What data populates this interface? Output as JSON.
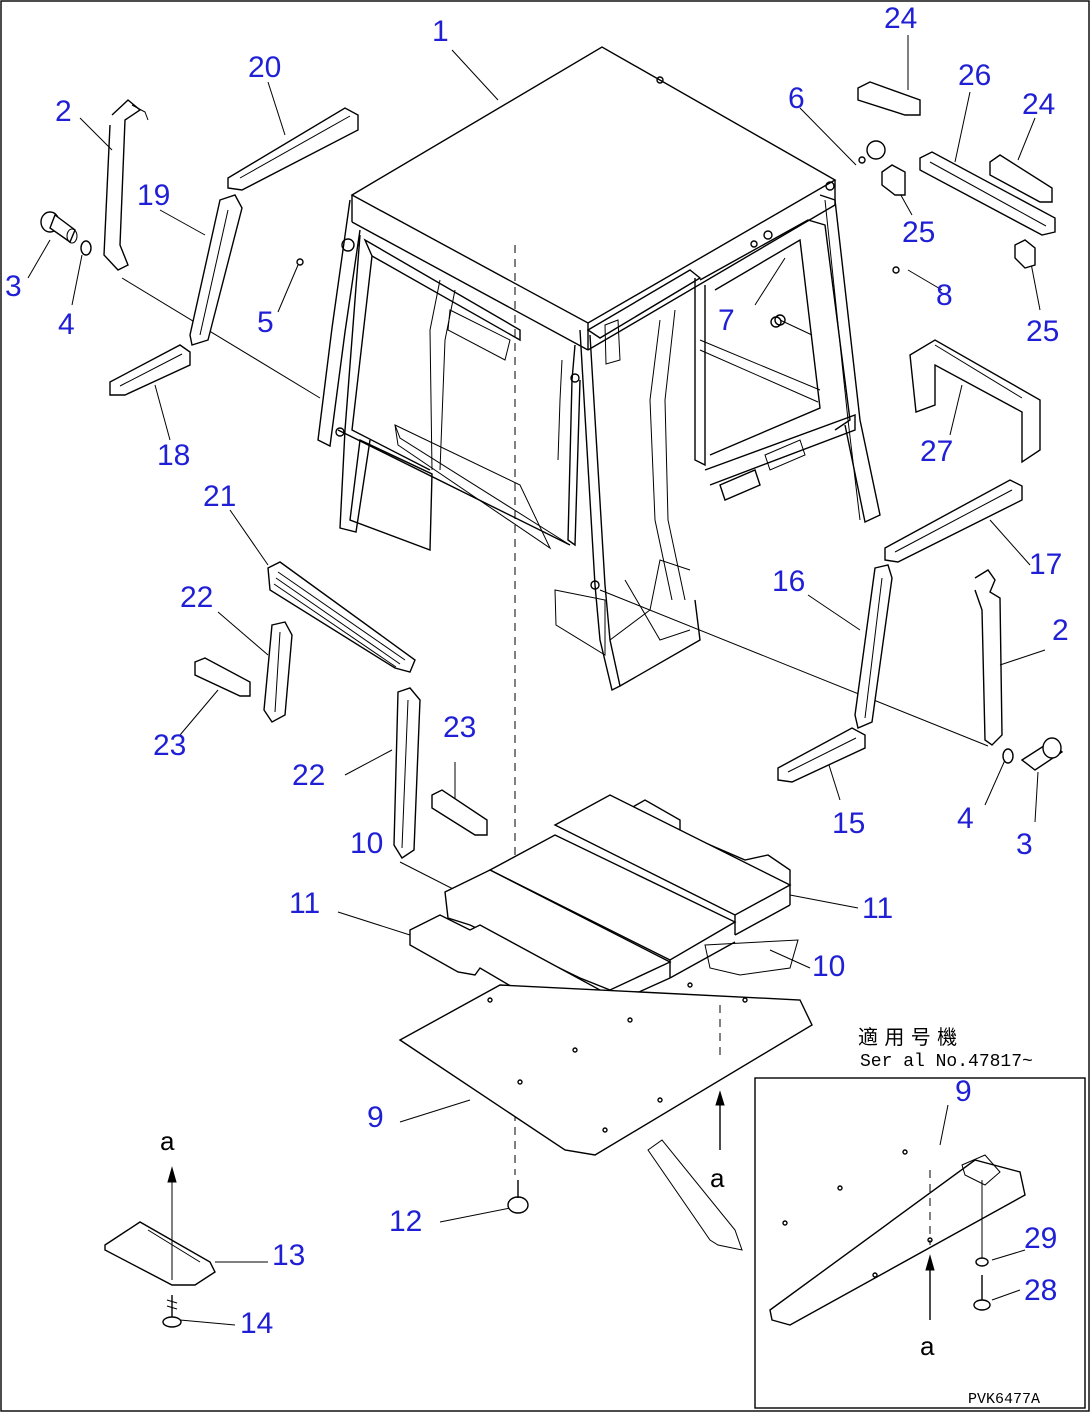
{
  "callouts": {
    "c1": "1",
    "c2a": "2",
    "c2b": "2",
    "c3a": "3",
    "c3b": "3",
    "c4a": "4",
    "c4b": "4",
    "c5": "5",
    "c6": "6",
    "c7": "7",
    "c8": "8",
    "c9a": "9",
    "c9b": "9",
    "c10a": "10",
    "c10b": "10",
    "c11a": "11",
    "c11b": "11",
    "c12": "12",
    "c13": "13",
    "c14": "14",
    "c15": "15",
    "c16": "16",
    "c17": "17",
    "c18": "18",
    "c19": "19",
    "c20": "20",
    "c21": "21",
    "c22a": "22",
    "c22b": "22",
    "c23a": "23",
    "c23b": "23",
    "c24a": "24",
    "c24b": "24",
    "c25a": "25",
    "c25b": "25",
    "c26": "26",
    "c27": "27",
    "c28": "28",
    "c29": "29"
  },
  "view_markers": {
    "a1": "a",
    "a2": "a",
    "a3": "a"
  },
  "inset": {
    "title": "適 用 号 機",
    "serial": "Ser al No.47817~ "
  },
  "drawing_code": "PVK6477A",
  "colors": {
    "callout": "#1f1fd6",
    "line": "#000000",
    "background": "#ffffff"
  }
}
